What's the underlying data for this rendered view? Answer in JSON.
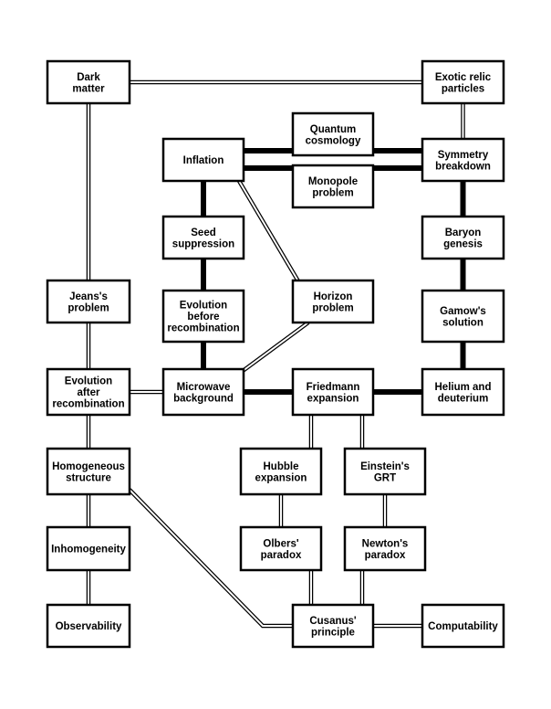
{
  "nodes": [
    {
      "id": "dark-matter",
      "lines": [
        "Dark",
        "matter"
      ]
    },
    {
      "id": "exotic-relic",
      "lines": [
        "Exotic relic",
        "particles"
      ]
    },
    {
      "id": "quantum-cosmology",
      "lines": [
        "Quantum",
        "cosmology"
      ]
    },
    {
      "id": "inflation",
      "lines": [
        "Inflation"
      ]
    },
    {
      "id": "symmetry-breakdown",
      "lines": [
        "Symmetry",
        "breakdown"
      ]
    },
    {
      "id": "monopole-problem",
      "lines": [
        "Monopole",
        "problem"
      ]
    },
    {
      "id": "seed-suppression",
      "lines": [
        "Seed",
        "suppression"
      ]
    },
    {
      "id": "baryon-genesis",
      "lines": [
        "Baryon",
        "genesis"
      ]
    },
    {
      "id": "jeans-problem",
      "lines": [
        "Jeans's",
        "problem"
      ]
    },
    {
      "id": "evolution-before",
      "lines": [
        "Evolution",
        "before",
        "recombination"
      ]
    },
    {
      "id": "horizon-problem",
      "lines": [
        "Horizon",
        "problem"
      ]
    },
    {
      "id": "gamows-solution",
      "lines": [
        "Gamow's",
        "solution"
      ]
    },
    {
      "id": "evolution-after",
      "lines": [
        "Evolution",
        "after",
        "recombination"
      ]
    },
    {
      "id": "microwave-background",
      "lines": [
        "Microwave",
        "background"
      ]
    },
    {
      "id": "friedmann-expansion",
      "lines": [
        "Friedmann",
        "expansion"
      ]
    },
    {
      "id": "helium-deuterium",
      "lines": [
        "Helium and",
        "deuterium"
      ]
    },
    {
      "id": "homogeneous-structure",
      "lines": [
        "Homogeneous",
        "structure"
      ]
    },
    {
      "id": "hubble-expansion",
      "lines": [
        "Hubble",
        "expansion"
      ]
    },
    {
      "id": "einsteins-grt",
      "lines": [
        "Einstein's",
        "GRT"
      ]
    },
    {
      "id": "inhomogeneity",
      "lines": [
        "Inhomogeneity"
      ]
    },
    {
      "id": "olbers-paradox",
      "lines": [
        "Olbers'",
        "paradox"
      ]
    },
    {
      "id": "newtons-paradox",
      "lines": [
        "Newton's",
        "paradox"
      ]
    },
    {
      "id": "observability",
      "lines": [
        "Observability"
      ]
    },
    {
      "id": "cusanus-principle",
      "lines": [
        "Cusanus'",
        "principle"
      ]
    },
    {
      "id": "computability",
      "lines": [
        "Computability"
      ]
    }
  ],
  "edges": [
    {
      "from": "dark-matter",
      "to": "exotic-relic",
      "style": "double"
    },
    {
      "from": "dark-matter",
      "to": "jeans-problem",
      "style": "double"
    },
    {
      "from": "exotic-relic",
      "to": "symmetry-breakdown",
      "style": "double"
    },
    {
      "from": "inflation",
      "to": "quantum-cosmology",
      "style": "thick"
    },
    {
      "from": "inflation",
      "to": "monopole-problem",
      "style": "thick"
    },
    {
      "from": "quantum-cosmology",
      "to": "symmetry-breakdown",
      "style": "thick"
    },
    {
      "from": "monopole-problem",
      "to": "symmetry-breakdown",
      "style": "thick"
    },
    {
      "from": "inflation",
      "to": "seed-suppression",
      "style": "thick"
    },
    {
      "from": "inflation",
      "to": "horizon-problem",
      "style": "double"
    },
    {
      "from": "symmetry-breakdown",
      "to": "baryon-genesis",
      "style": "thick"
    },
    {
      "from": "seed-suppression",
      "to": "evolution-before",
      "style": "thick"
    },
    {
      "from": "baryon-genesis",
      "to": "gamows-solution",
      "style": "thick"
    },
    {
      "from": "evolution-before",
      "to": "microwave-background",
      "style": "thick"
    },
    {
      "from": "horizon-problem",
      "to": "microwave-background",
      "style": "double"
    },
    {
      "from": "gamows-solution",
      "to": "helium-deuterium",
      "style": "thick"
    },
    {
      "from": "jeans-problem",
      "to": "evolution-after",
      "style": "double"
    },
    {
      "from": "evolution-after",
      "to": "microwave-background",
      "style": "double"
    },
    {
      "from": "microwave-background",
      "to": "friedmann-expansion",
      "style": "thick"
    },
    {
      "from": "friedmann-expansion",
      "to": "helium-deuterium",
      "style": "thick"
    },
    {
      "from": "evolution-after",
      "to": "homogeneous-structure",
      "style": "double"
    },
    {
      "from": "friedmann-expansion",
      "to": "hubble-expansion",
      "style": "double"
    },
    {
      "from": "friedmann-expansion",
      "to": "einsteins-grt",
      "style": "double"
    },
    {
      "from": "homogeneous-structure",
      "to": "inhomogeneity",
      "style": "double"
    },
    {
      "from": "homogeneous-structure",
      "to": "cusanus-principle",
      "style": "double"
    },
    {
      "from": "hubble-expansion",
      "to": "olbers-paradox",
      "style": "double"
    },
    {
      "from": "einsteins-grt",
      "to": "newtons-paradox",
      "style": "double"
    },
    {
      "from": "inhomogeneity",
      "to": "observability",
      "style": "double"
    },
    {
      "from": "olbers-paradox",
      "to": "cusanus-principle",
      "style": "double"
    },
    {
      "from": "newtons-paradox",
      "to": "cusanus-principle",
      "style": "double"
    },
    {
      "from": "cusanus-principle",
      "to": "computability",
      "style": "double"
    }
  ]
}
